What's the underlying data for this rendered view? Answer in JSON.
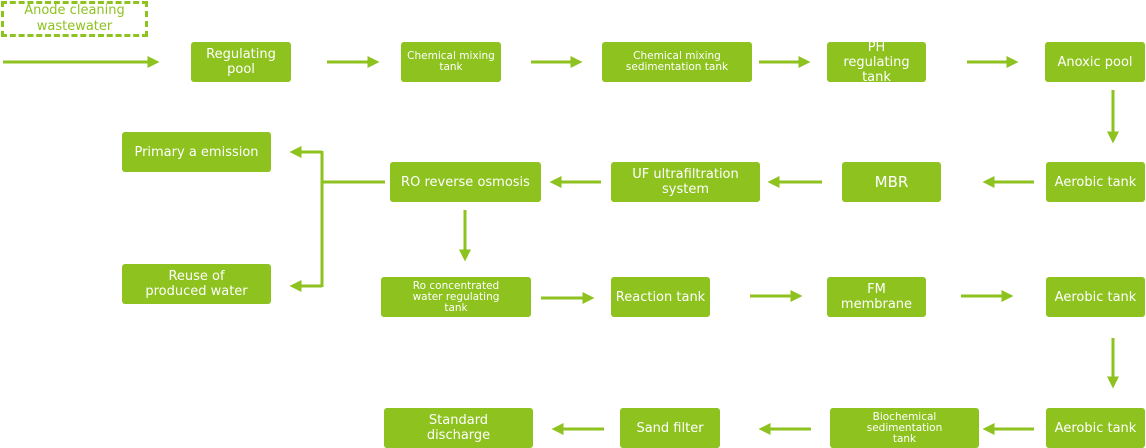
{
  "accent_color": "#8dc21f",
  "source": "Anode cleaning wastewater",
  "steps": {
    "regulating_pool": "Regulating pool",
    "chemical_mixing_tank": "Chemical mixing tank",
    "chemical_mixing_sedimentation_tank": "Chemical mixing sedimentation tank",
    "ph_regulating_tank": "PH regulating tank",
    "anoxic_pool": "Anoxic pool",
    "aerobic_tank_1": "Aerobic tank",
    "mbr": "MBR",
    "uf_system": "UF ultrafiltration system",
    "ro_reverse_osmosis": "RO reverse osmosis",
    "primary_emission": "Primary a emission",
    "reuse_water": "Reuse of produced water",
    "ro_concentrated_tank": "Ro concentrated water regulating tank",
    "reaction_tank": "Reaction tank",
    "fm_membrane": "FM membrane",
    "aerobic_tank_2": "Aerobic tank",
    "aerobic_tank_3": "Aerobic tank",
    "biochemical_sedimentation_tank": "Biochemical sedimentation tank",
    "sand_filter": "Sand filter",
    "standard_discharge": "Standard discharge"
  }
}
